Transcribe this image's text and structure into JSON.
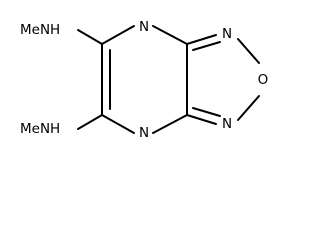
{
  "molecule": {
    "labels": {
      "amine_top": "MeNH",
      "amine_bottom": "MeNH",
      "ring_n_top": "N",
      "ring_n_bottom": "N",
      "oxadiazole_n_top": "N",
      "oxadiazole_o": "O",
      "oxadiazole_n_bottom": "N"
    }
  }
}
